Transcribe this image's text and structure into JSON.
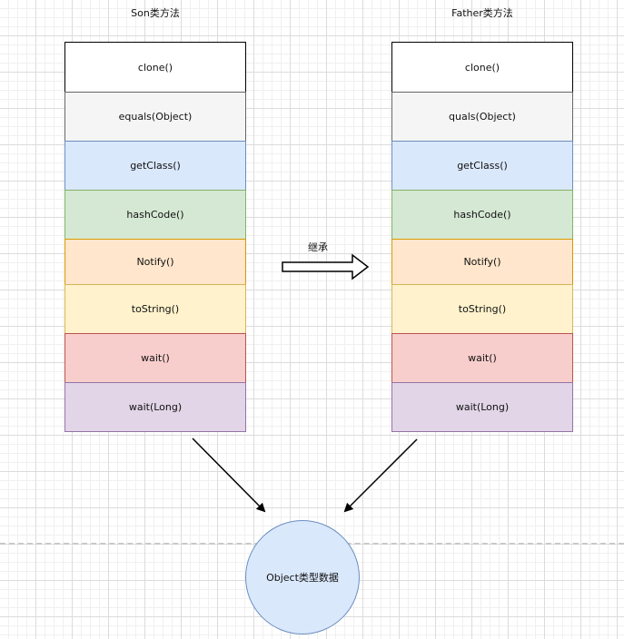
{
  "son": {
    "title": "Son类方法",
    "methods": [
      "clone()",
      "equals(Object)",
      "getClass()",
      "hashCode()",
      "Notify()",
      "toString()",
      "wait()",
      "wait(Long)"
    ]
  },
  "father": {
    "title": "Father类方法",
    "methods": [
      "clone()",
      "quals(Object)",
      "getClass()",
      "hashCode()",
      "Notify()",
      "toString()",
      "wait()",
      "wait(Long)"
    ]
  },
  "inherit_label": "继承",
  "object_label": "Object类型数据",
  "colors": {
    "fills": [
      "#ffffff",
      "#f5f5f5",
      "#dae8fc",
      "#d5e8d4",
      "#ffe6cc",
      "#fff2cc",
      "#f8cecc",
      "#e1d5e7"
    ],
    "strokes": [
      "#000000",
      "#666666",
      "#6c8ebf",
      "#82b366",
      "#d79b00",
      "#d6b656",
      "#b85450",
      "#9673a6"
    ]
  }
}
